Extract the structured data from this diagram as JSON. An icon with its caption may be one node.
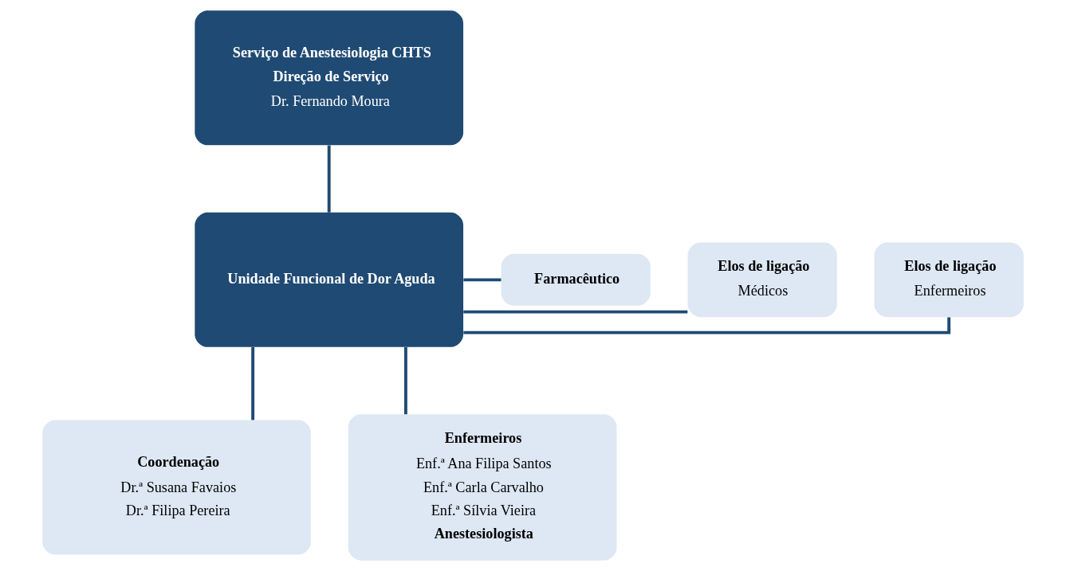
{
  "diagram": {
    "nodes": [
      {
        "text": [
          "Serviço de Anestesiologia CHTS",
          "Direção de Serviço",
          "Dr. Fernando Moura"
        ]
      },
      {
        "text": [
          "Unidade Funcional de Dor Aguda"
        ]
      },
      {
        "text": [
          "Elos de ligação",
          "Enfermeiros"
        ]
      },
      {
        "text": [
          "Elos de ligação",
          "Médicos"
        ]
      },
      {
        "text": [
          "Farmacêutico"
        ]
      },
      {
        "text": [
          "Coordenação",
          "Dr.ª Susana Favaios",
          "Dr.ª Filipa Pereira"
        ]
      },
      {
        "text": [
          "Enfermeiros",
          "Enf.ª Ana Filipa Santos",
          "Enf.ª Carla Carvalho",
          "Enf.ª Sílvia Vieira",
          "Anestesiologista"
        ]
      }
    ],
    "edges": [
      {
        "from": 0,
        "to": 1,
        "arrow": "none"
      },
      {
        "from": 1,
        "to": 2,
        "arrow": "none"
      },
      {
        "from": 1,
        "to": 3,
        "arrow": "none"
      },
      {
        "from": 1,
        "to": 4,
        "arrow": "none"
      },
      {
        "from": 1,
        "to": 5,
        "arrow": "none"
      },
      {
        "from": 1,
        "to": 6,
        "arrow": "none"
      }
    ]
  }
}
